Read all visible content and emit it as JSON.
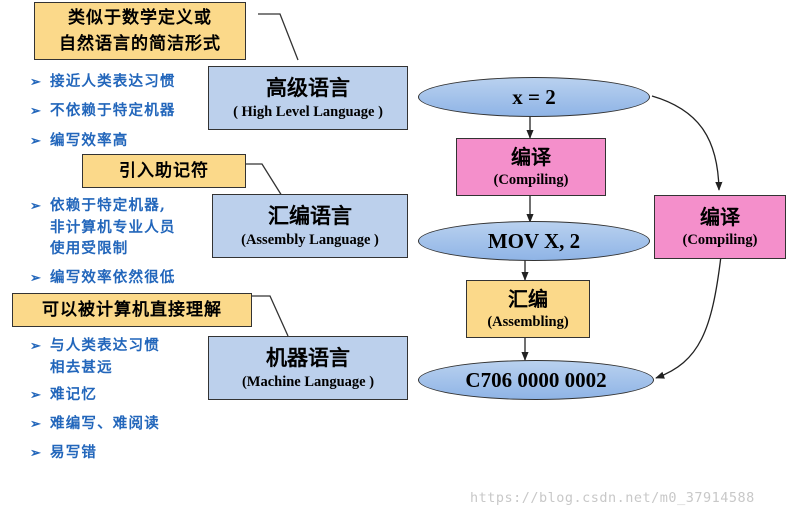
{
  "callouts": {
    "high_level": [
      "类似于数学定义或",
      "自然语言的简洁形式"
    ],
    "assembly": "引入助记符",
    "machine": "可以被计算机直接理解"
  },
  "languages": {
    "high": {
      "zh": "高级语言",
      "en": "( High Level Language )"
    },
    "assembly": {
      "zh": "汇编语言",
      "en": "(Assembly Language )"
    },
    "machine": {
      "zh": "机器语言",
      "en": "(Machine Language )"
    }
  },
  "bullets": {
    "high": [
      "接近人类表达习惯",
      "不依赖于特定机器",
      "编写效率高"
    ],
    "assembly": [
      [
        "依赖于特定机器,",
        "非计算机专业人员",
        "使用受限制"
      ],
      [
        "编写效率依然很低"
      ]
    ],
    "machine": [
      [
        "与人类表达习惯",
        "相去甚远"
      ],
      [
        "难记忆"
      ],
      [
        "难编写、难阅读"
      ],
      [
        "易写错"
      ]
    ]
  },
  "flow": {
    "source": "x = 2",
    "compile1": {
      "zh": "编译",
      "en": "(Compiling)"
    },
    "assembly_code": "MOV X, 2",
    "assemble": {
      "zh": "汇编",
      "en": "(Assembling)"
    },
    "machine_code": "C706 0000 0002",
    "compile2": {
      "zh": "编译",
      "en": "(Compiling)"
    }
  },
  "bullet_marker": "➢",
  "watermark": "https://blog.csdn.net/m0_37914588",
  "colors": {
    "callout": "#fbd98a",
    "language_box": "#bcd0ec",
    "ellipse": "#9fbfea",
    "compiling": "#f48fcb",
    "assembling": "#fbd98a",
    "bullet_text": "#2266bb"
  }
}
